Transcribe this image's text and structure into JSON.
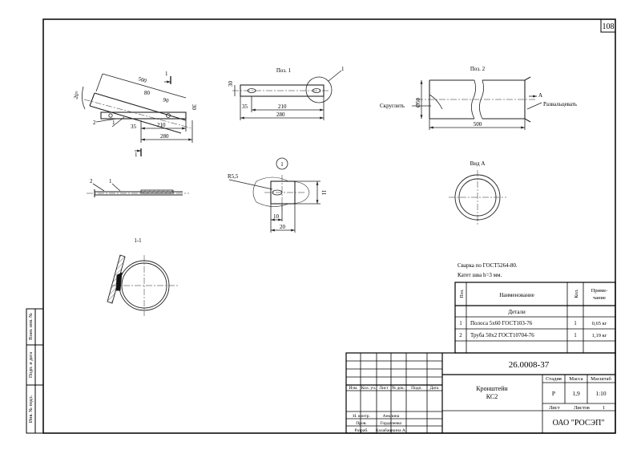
{
  "sheet": {
    "page_number": "108",
    "doc_code": "26.0008-37",
    "part_name_line1": "Кронштейн",
    "part_name_line2": "КС2",
    "company": "ОАО \"РОСЭП\"",
    "col_headers": [
      "Изм.",
      "Кол. уч.",
      "Лист",
      "№ док.",
      "Подп.",
      "Дата"
    ],
    "roles": [
      "Н. контр.",
      "Пров.",
      "Разраб."
    ],
    "persons": [
      "Анклина",
      "Горделенко",
      "Калабашкина А."
    ],
    "stage_label": "Стадия",
    "stage_value": "Р",
    "mass_label": "Масса",
    "mass_value": "1,9",
    "scale_label": "Масштаб",
    "scale_value": "1:10",
    "sheet_label": "Лист",
    "sheets_label": "Листов",
    "sheets_value": "1",
    "side_labels": [
      "Взам. инв. №",
      "Подп. и дата",
      "Инв. № подл."
    ]
  },
  "notes": {
    "line1": "Сварка по ГОСТ5264-80.",
    "line2": "Катет шва h=3 мм."
  },
  "spec_table": {
    "headers": [
      "Поз.",
      "Наименование",
      "Кол.",
      "Приме-",
      "чание"
    ],
    "section": "Детали",
    "rows": [
      {
        "pos": "1",
        "name": "Полоса 5х60 ГОСТ103-76",
        "qty": "1",
        "note": "0,65 кг"
      },
      {
        "pos": "2",
        "name": "Труба 50х2 ГОСТ10704-76",
        "qty": "1",
        "note": "1,19 кг"
      }
    ]
  },
  "views": {
    "assembly": {
      "dims": [
        "500",
        "20°",
        "80",
        "90",
        "30",
        "35",
        "210",
        "280"
      ],
      "labels": [
        "1",
        "2"
      ],
      "section_mark": "1"
    },
    "pos1": {
      "title": "Поз. 1",
      "dims": [
        "30",
        "35",
        "210",
        "280"
      ],
      "callout": "1"
    },
    "pos2": {
      "title": "Поз. 2",
      "dia": "Ø50",
      "length": "500",
      "label_left": "Скруглить",
      "label_right": "Развальцевать",
      "view_letter": "А"
    },
    "side": {
      "labels": [
        "2",
        "1"
      ]
    },
    "detail1": {
      "circle_label": "1",
      "radius": "R5,5",
      "dims": [
        "11",
        "10",
        "20"
      ]
    },
    "viewA": {
      "title": "Вид А"
    },
    "section": {
      "title": "1-1"
    }
  }
}
